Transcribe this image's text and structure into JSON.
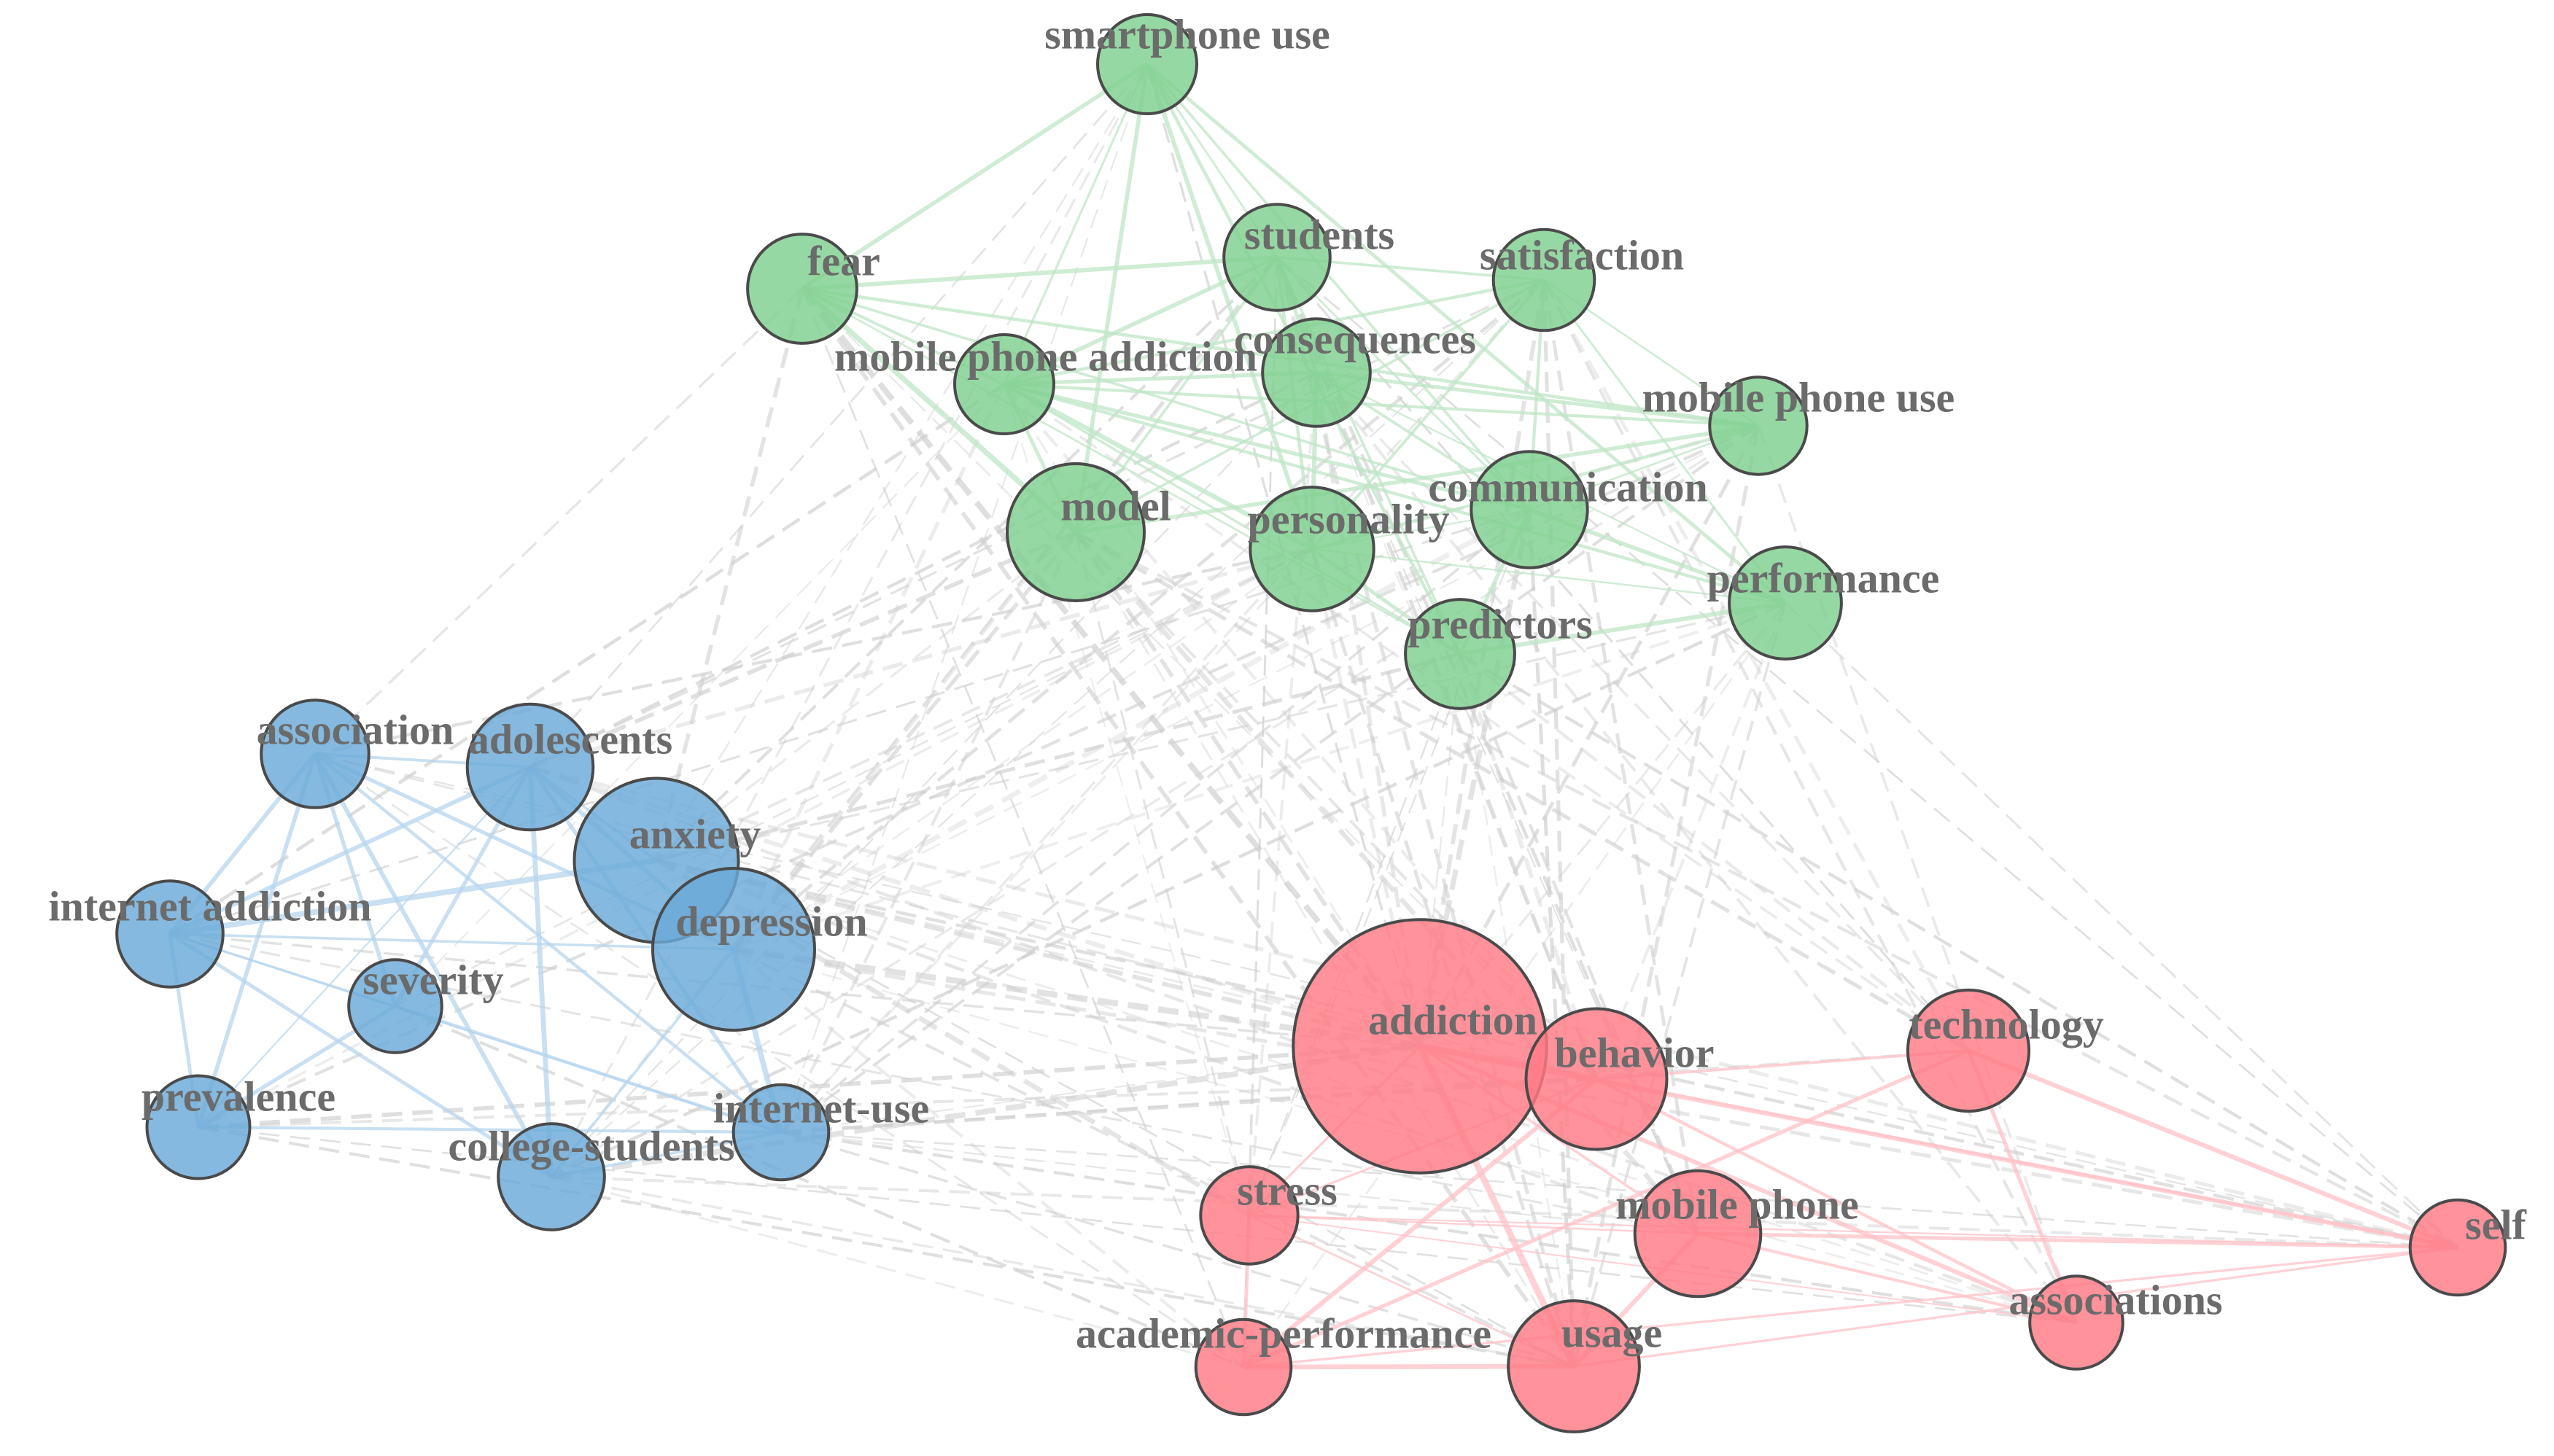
{
  "chart_data": {
    "type": "network",
    "clusters": [
      {
        "id": "green",
        "color": "#7fcf8f",
        "edge_color": "#bfe6c6"
      },
      {
        "id": "blue",
        "color": "#6aa9d8",
        "edge_color": "#b7d6ee"
      },
      {
        "id": "red",
        "color": "#ff7a85",
        "edge_color": "#ffc2c7"
      }
    ],
    "nodes": [
      {
        "id": "smartphone use",
        "cluster": "green",
        "weight": 1.0
      },
      {
        "id": "fear",
        "cluster": "green",
        "weight": 1.6
      },
      {
        "id": "students",
        "cluster": "green",
        "weight": 1.4
      },
      {
        "id": "satisfaction",
        "cluster": "green",
        "weight": 1.1
      },
      {
        "id": "mobile phone addiction",
        "cluster": "green",
        "weight": 1.0
      },
      {
        "id": "consequences",
        "cluster": "green",
        "weight": 1.5
      },
      {
        "id": "mobile phone use",
        "cluster": "green",
        "weight": 0.9
      },
      {
        "id": "model",
        "cluster": "green",
        "weight": 4.0
      },
      {
        "id": "personality",
        "cluster": "green",
        "weight": 2.7
      },
      {
        "id": "communication",
        "cluster": "green",
        "weight": 2.1
      },
      {
        "id": "performance",
        "cluster": "green",
        "weight": 1.8
      },
      {
        "id": "predictors",
        "cluster": "green",
        "weight": 1.6
      },
      {
        "id": "association",
        "cluster": "blue",
        "weight": 1.5
      },
      {
        "id": "adolescents",
        "cluster": "blue",
        "weight": 2.9
      },
      {
        "id": "anxiety",
        "cluster": "blue",
        "weight": 5.8
      },
      {
        "id": "depression",
        "cluster": "blue",
        "weight": 5.7
      },
      {
        "id": "internet addiction",
        "cluster": "blue",
        "weight": 1.4
      },
      {
        "id": "severity",
        "cluster": "blue",
        "weight": 0.7
      },
      {
        "id": "prevalence",
        "cluster": "blue",
        "weight": 1.2
      },
      {
        "id": "college-students",
        "cluster": "blue",
        "weight": 1.4
      },
      {
        "id": "internet-use",
        "cluster": "blue",
        "weight": 0.8
      },
      {
        "id": "addiction",
        "cluster": "red",
        "weight": 10.0
      },
      {
        "id": "behavior",
        "cluster": "red",
        "weight": 4.4
      },
      {
        "id": "technology",
        "cluster": "red",
        "weight": 2.5
      },
      {
        "id": "stress",
        "cluster": "red",
        "weight": 0.9
      },
      {
        "id": "mobile phone",
        "cluster": "red",
        "weight": 2.9
      },
      {
        "id": "self",
        "cluster": "red",
        "weight": 0.8
      },
      {
        "id": "associations",
        "cluster": "red",
        "weight": 0.7
      },
      {
        "id": "academic-performance",
        "cluster": "red",
        "weight": 0.8
      },
      {
        "id": "usage",
        "cluster": "red",
        "weight": 3.4
      }
    ]
  }
}
